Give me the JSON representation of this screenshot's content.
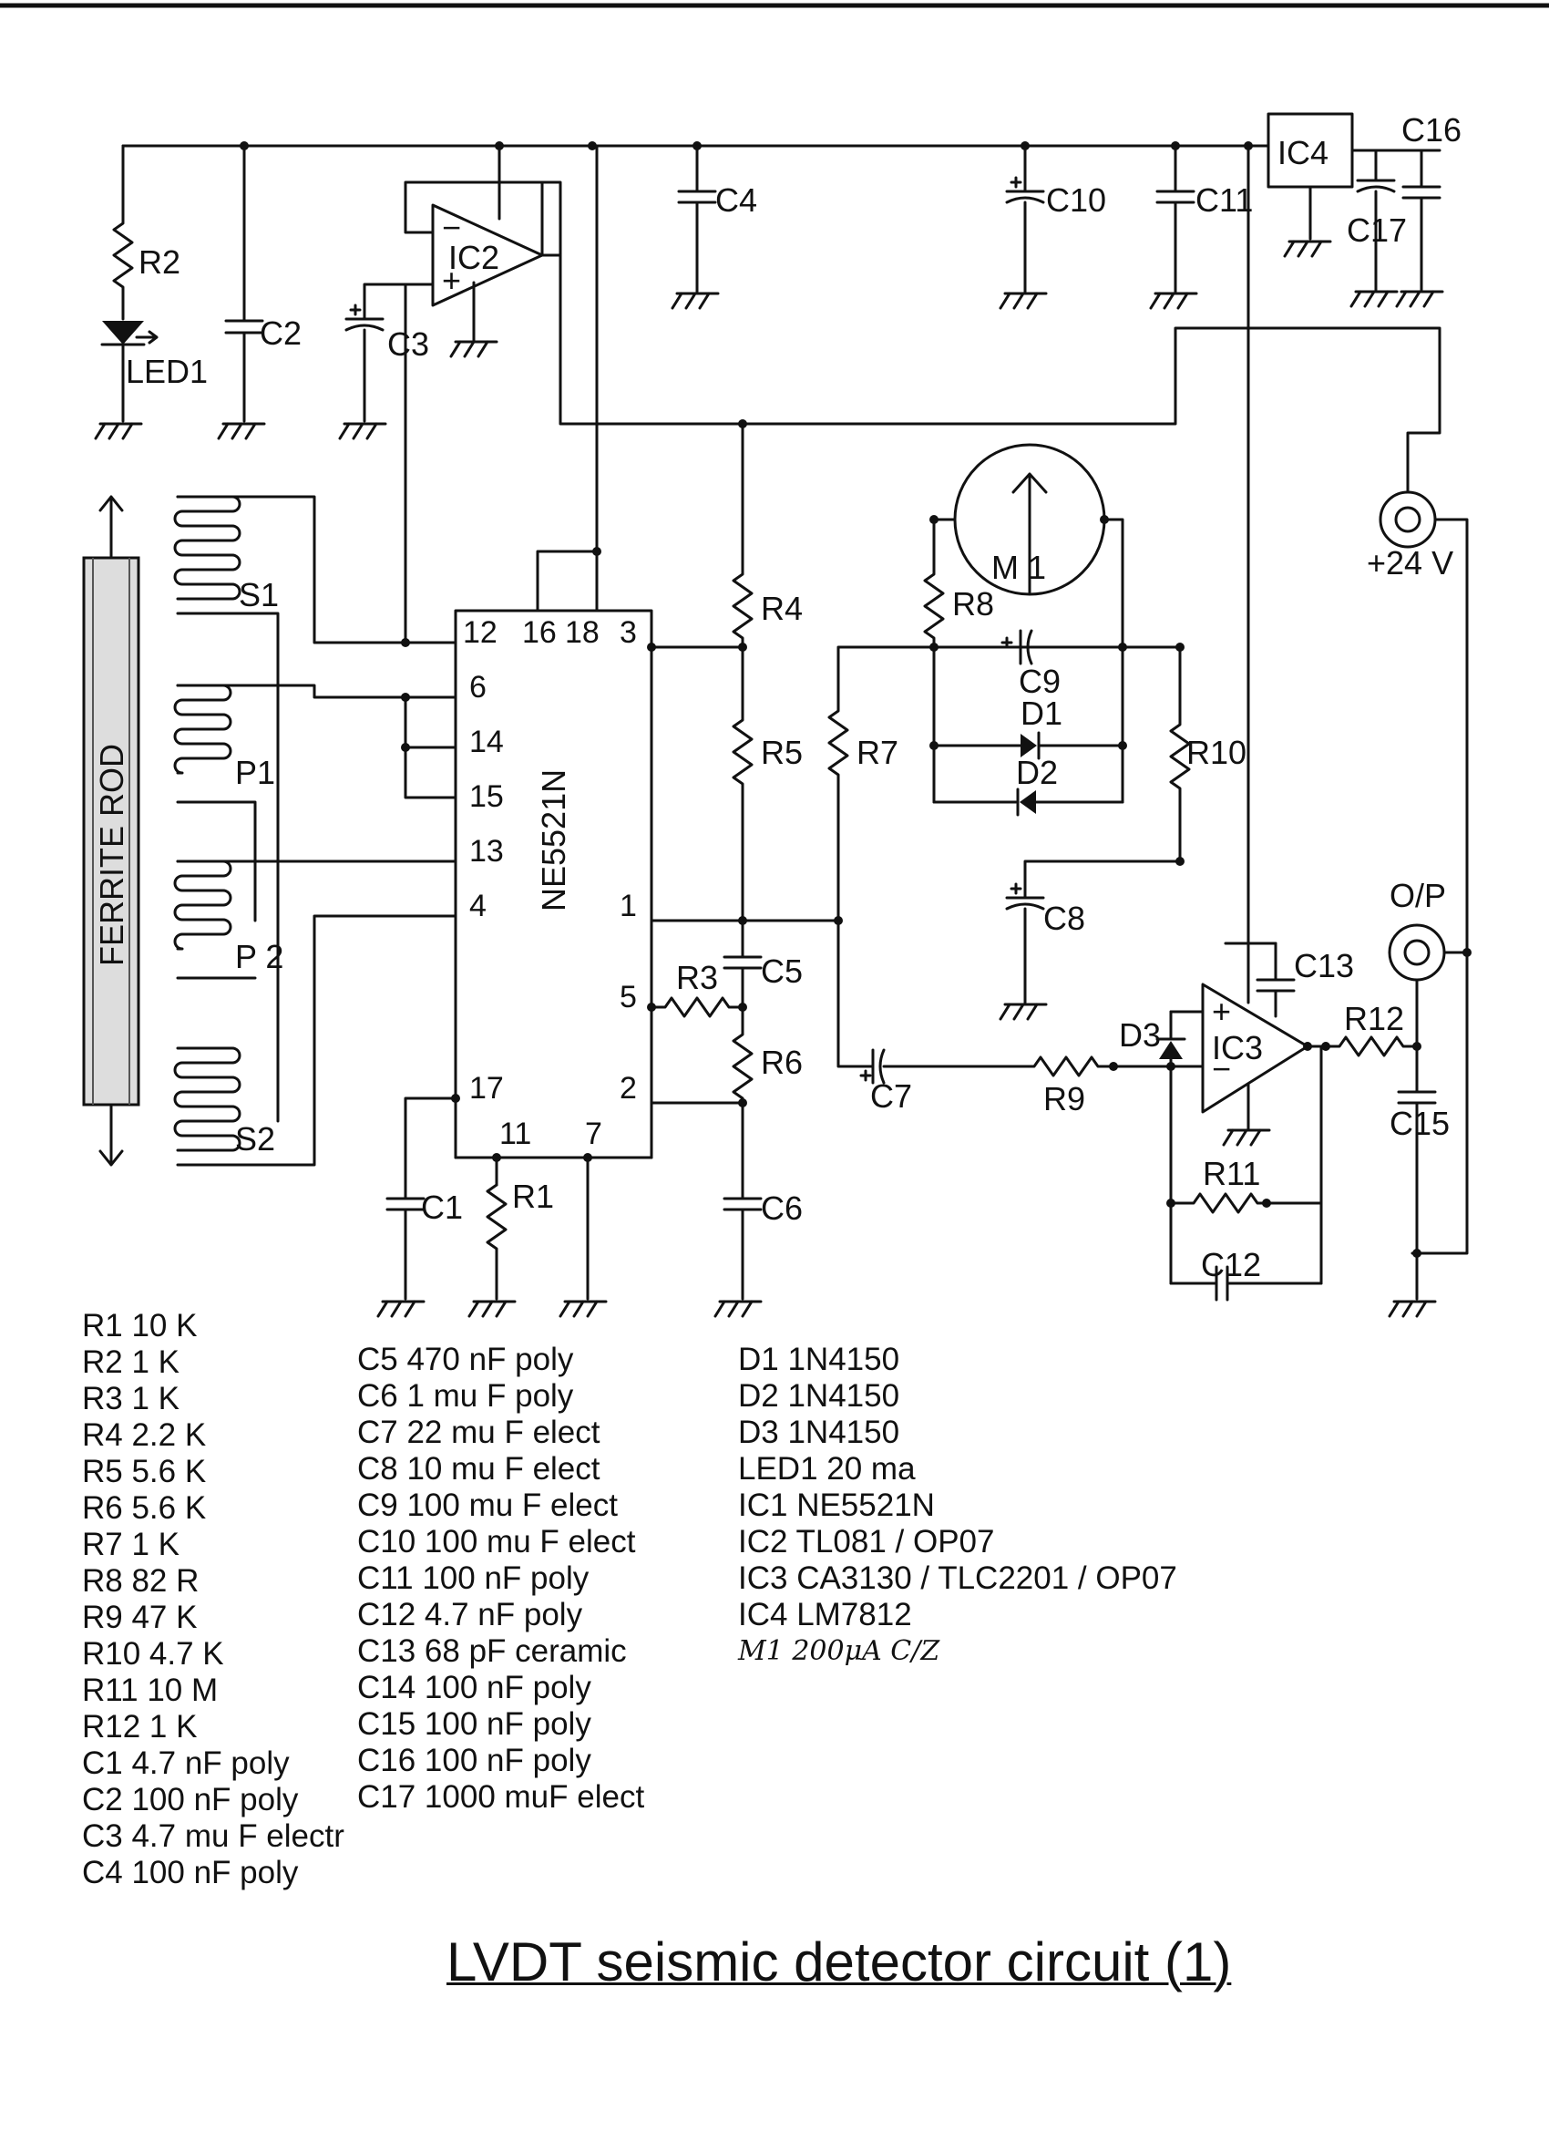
{
  "title": "LVDT seismic detector circuit (1)",
  "labels": {
    "r2": "R2",
    "led1": "LED1",
    "c2": "C2",
    "c3": "C3",
    "ic2": "IC2",
    "c4": "C4",
    "c10": "C10",
    "c11": "C11",
    "ic4": "IC4",
    "c16": "C16",
    "c17": "C17",
    "s1": "S1",
    "p1": "P1",
    "p2": "P 2",
    "s2": "S2",
    "ferrite": "FERRITE ROD",
    "ne5521": "NE5521N",
    "r4": "R4",
    "r5": "R5",
    "r7": "R7",
    "m1": "M 1",
    "r8": "R8",
    "c9": "C9",
    "d1": "D1",
    "d2": "D2",
    "r10": "R10",
    "supply": "+24 V",
    "op": "O/P",
    "c8": "C8",
    "c13": "C13",
    "r12": "R12",
    "d3": "D3",
    "ic3": "IC3",
    "c5": "C5",
    "r3": "R3",
    "r6": "R6",
    "c7": "C7",
    "r9": "R9",
    "c15": "C15",
    "r11": "R11",
    "c12": "C12",
    "c1": "C1",
    "r1": "R1",
    "c6": "C6"
  },
  "pins": {
    "p12": "12",
    "p16": "16",
    "p18": "18",
    "p3": "3",
    "p6": "6",
    "p14": "14",
    "p15": "15",
    "p13": "13",
    "p4": "4",
    "p1": "1",
    "p5": "5",
    "p2": "2",
    "p17": "17",
    "p11": "11",
    "p7": "7"
  },
  "bom": {
    "col1": [
      "R1 10 K",
      "R2 1 K",
      "R3 1 K",
      "R4 2.2 K",
      "R5 5.6 K",
      "R6 5.6 K",
      "R7 1 K",
      "R8 82 R",
      "R9 47 K",
      "R10 4.7 K",
      "R11 10 M",
      "R12 1 K",
      "C1 4.7 nF poly",
      "C2 100 nF poly",
      "C3 4.7 mu F electr",
      "C4 100 nF poly"
    ],
    "col2": [
      "C5 470 nF poly",
      "C6 1 mu F poly",
      "C7 22 mu F elect",
      "C8 10 mu F elect",
      "C9 100 mu F elect",
      "C10 100 mu F elect",
      "C11 100 nF poly",
      "C12 4.7 nF poly",
      "C13 68 pF ceramic",
      "C14 100 nF poly",
      "C15 100 nF poly",
      "C16 100 nF poly",
      "C17 1000 muF elect"
    ],
    "col3": [
      "D1 1N4150",
      "D2 1N4150",
      "D3 1N4150",
      "LED1 20 ma",
      "IC1 NE5521N",
      "IC2 TL081 / OP07",
      "IC3 CA3130 / TLC2201 / OP07",
      "IC4 LM7812"
    ],
    "col3_hand": "M1 200μA C/Z"
  }
}
